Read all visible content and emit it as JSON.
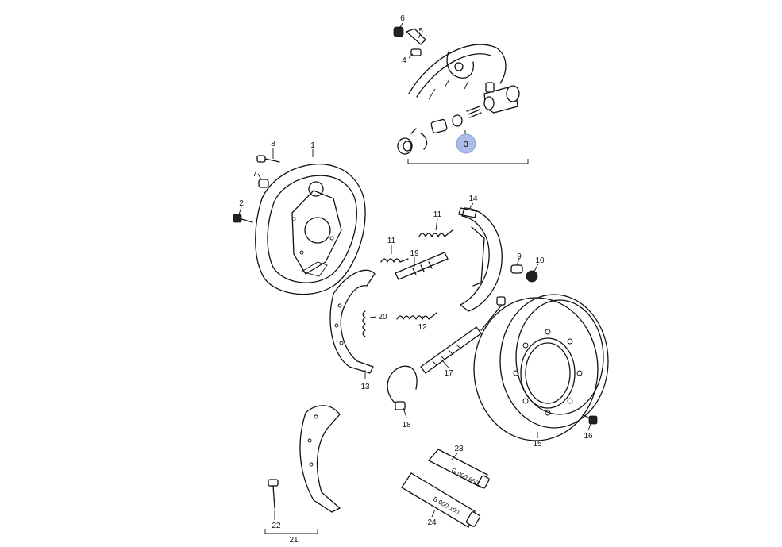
{
  "callouts": [
    {
      "id": "c1",
      "label": "1"
    },
    {
      "id": "c2",
      "label": "2"
    },
    {
      "id": "c3",
      "label": "3",
      "highlighted": true
    },
    {
      "id": "c4",
      "label": "4"
    },
    {
      "id": "c5",
      "label": "5"
    },
    {
      "id": "c6",
      "label": "6"
    },
    {
      "id": "c7",
      "label": "7"
    },
    {
      "id": "c8",
      "label": "8"
    },
    {
      "id": "c9",
      "label": "9"
    },
    {
      "id": "c10",
      "label": "10"
    },
    {
      "id": "c11a",
      "label": "11"
    },
    {
      "id": "c11b",
      "label": "11"
    },
    {
      "id": "c12",
      "label": "12"
    },
    {
      "id": "c13",
      "label": "13"
    },
    {
      "id": "c14",
      "label": "14"
    },
    {
      "id": "c15",
      "label": "15"
    },
    {
      "id": "c16",
      "label": "16"
    },
    {
      "id": "c17",
      "label": "17"
    },
    {
      "id": "c18",
      "label": "18"
    },
    {
      "id": "c19",
      "label": "19"
    },
    {
      "id": "c20",
      "label": "20"
    },
    {
      "id": "c21",
      "label": "21"
    },
    {
      "id": "c22",
      "label": "22"
    },
    {
      "id": "c23",
      "label": "23"
    },
    {
      "id": "c24",
      "label": "24"
    }
  ],
  "tube_labels": {
    "tube23": "G 000 650",
    "tube24": "B 000 100"
  },
  "colors": {
    "line": "#111111",
    "highlight": "#a9bde6",
    "background": "#ffffff"
  }
}
